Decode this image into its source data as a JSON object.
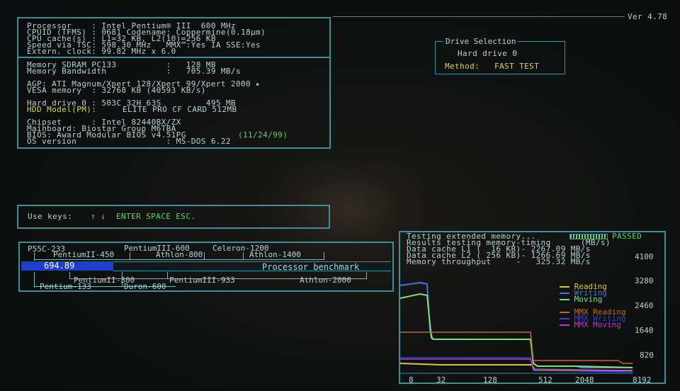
{
  "version": "Ver 4.78",
  "sysinfo": {
    "lines": [
      "Processor    : Intel Pentium® III  600 MHz",
      "CPUID (TFMS) : 0681 Codename: Coppermine(0.18µm)",
      "CPU cache(s) : L1=32 KB, L2(10)=256 KB",
      "Speed via TSC: 598.30 MHz   MMX™:Yes IA SSE:Yes",
      "Extern. clock: 99.82 MHz x 6.0"
    ],
    "memory_lines": [
      "Memory SDRAM PC133          :   128 MB",
      "Memory Bandwidth            :   705.39 MB/s"
    ],
    "video_lines": [
      "AGP: ATI Magnum/Xpert 128/Xpert 99/Xpert 2000 ▸",
      "VESA memory  : 32768 KB (40593 KB/s)"
    ],
    "hdd_line": "Hard drive 0 : 503C 32H 63S         495 MB",
    "hdd_model_label": "HDD Model(PM):",
    "hdd_model_value": "ELITE PRO CF CARD 512MB",
    "board_lines": [
      "Chipset      : Intel 82440BX/ZX",
      "Mainboard: Biostar Group M6TBA"
    ],
    "bios_line": "BIOS: Award Modular BIOS v4.51PG",
    "bios_date": "(11/24/99)",
    "os_line": "OS version                  : MS-DOS 6.22"
  },
  "drive_selection": {
    "title": "Drive Selection",
    "drive": "Hard drive 0",
    "method_label": "Method:",
    "method_value": "FAST TEST"
  },
  "keys": {
    "label": "Use keys:",
    "arrows": "↑ ↓",
    "rest": "ENTER SPACE ESC."
  },
  "benchmark": {
    "score": "694.89",
    "score_fraction": 0.25,
    "label": "Processor benchmark",
    "top_labels": [
      "P55C-233",
      "PentiumIII-600",
      "Celeron-1200",
      "PentiumII-450",
      "Athlon-800",
      "Athlon-1400"
    ],
    "bottom_labels": [
      "PentiumII-300",
      "PentiumIII-933",
      "Athlon-2000",
      "Pentium-133",
      "Duron-600"
    ]
  },
  "memtest": {
    "line1_label": "Testing extended memory...",
    "line1_status": "PASSED",
    "line2": "Results testing memory-timing      (MB/s)",
    "line3": "Data cache L1 (  16 KB)- 2267.09 MB/s",
    "line4": "Data cache L2 ( 256 KB)- 1266.69 MB/s",
    "line5": "Memory throughput     -   325.32 MB/s",
    "y_ticks": [
      "4100",
      "3280",
      "2460",
      "1640",
      "820"
    ],
    "x_ticks": [
      "8",
      "32",
      "128",
      "512",
      "2048",
      "8192"
    ],
    "legend": [
      {
        "name": "Reading",
        "color": "#d9c93a"
      },
      {
        "name": "Writing",
        "color": "#4f6fe6"
      },
      {
        "name": "Moving",
        "color": "#7fe07a"
      },
      {
        "name": "MMX Reading",
        "color": "#c0683a"
      },
      {
        "name": "MMX Writing",
        "color": "#3f3fd0"
      },
      {
        "name": "MMX Moving",
        "color": "#b040c0"
      }
    ]
  },
  "colors": {
    "panel_border": "#3e8e9c",
    "text": "#b7d2d7",
    "accent_yellow": "#d9d35a",
    "accent_green": "#63d46a",
    "bar_blue": "#1d3fd0"
  }
}
